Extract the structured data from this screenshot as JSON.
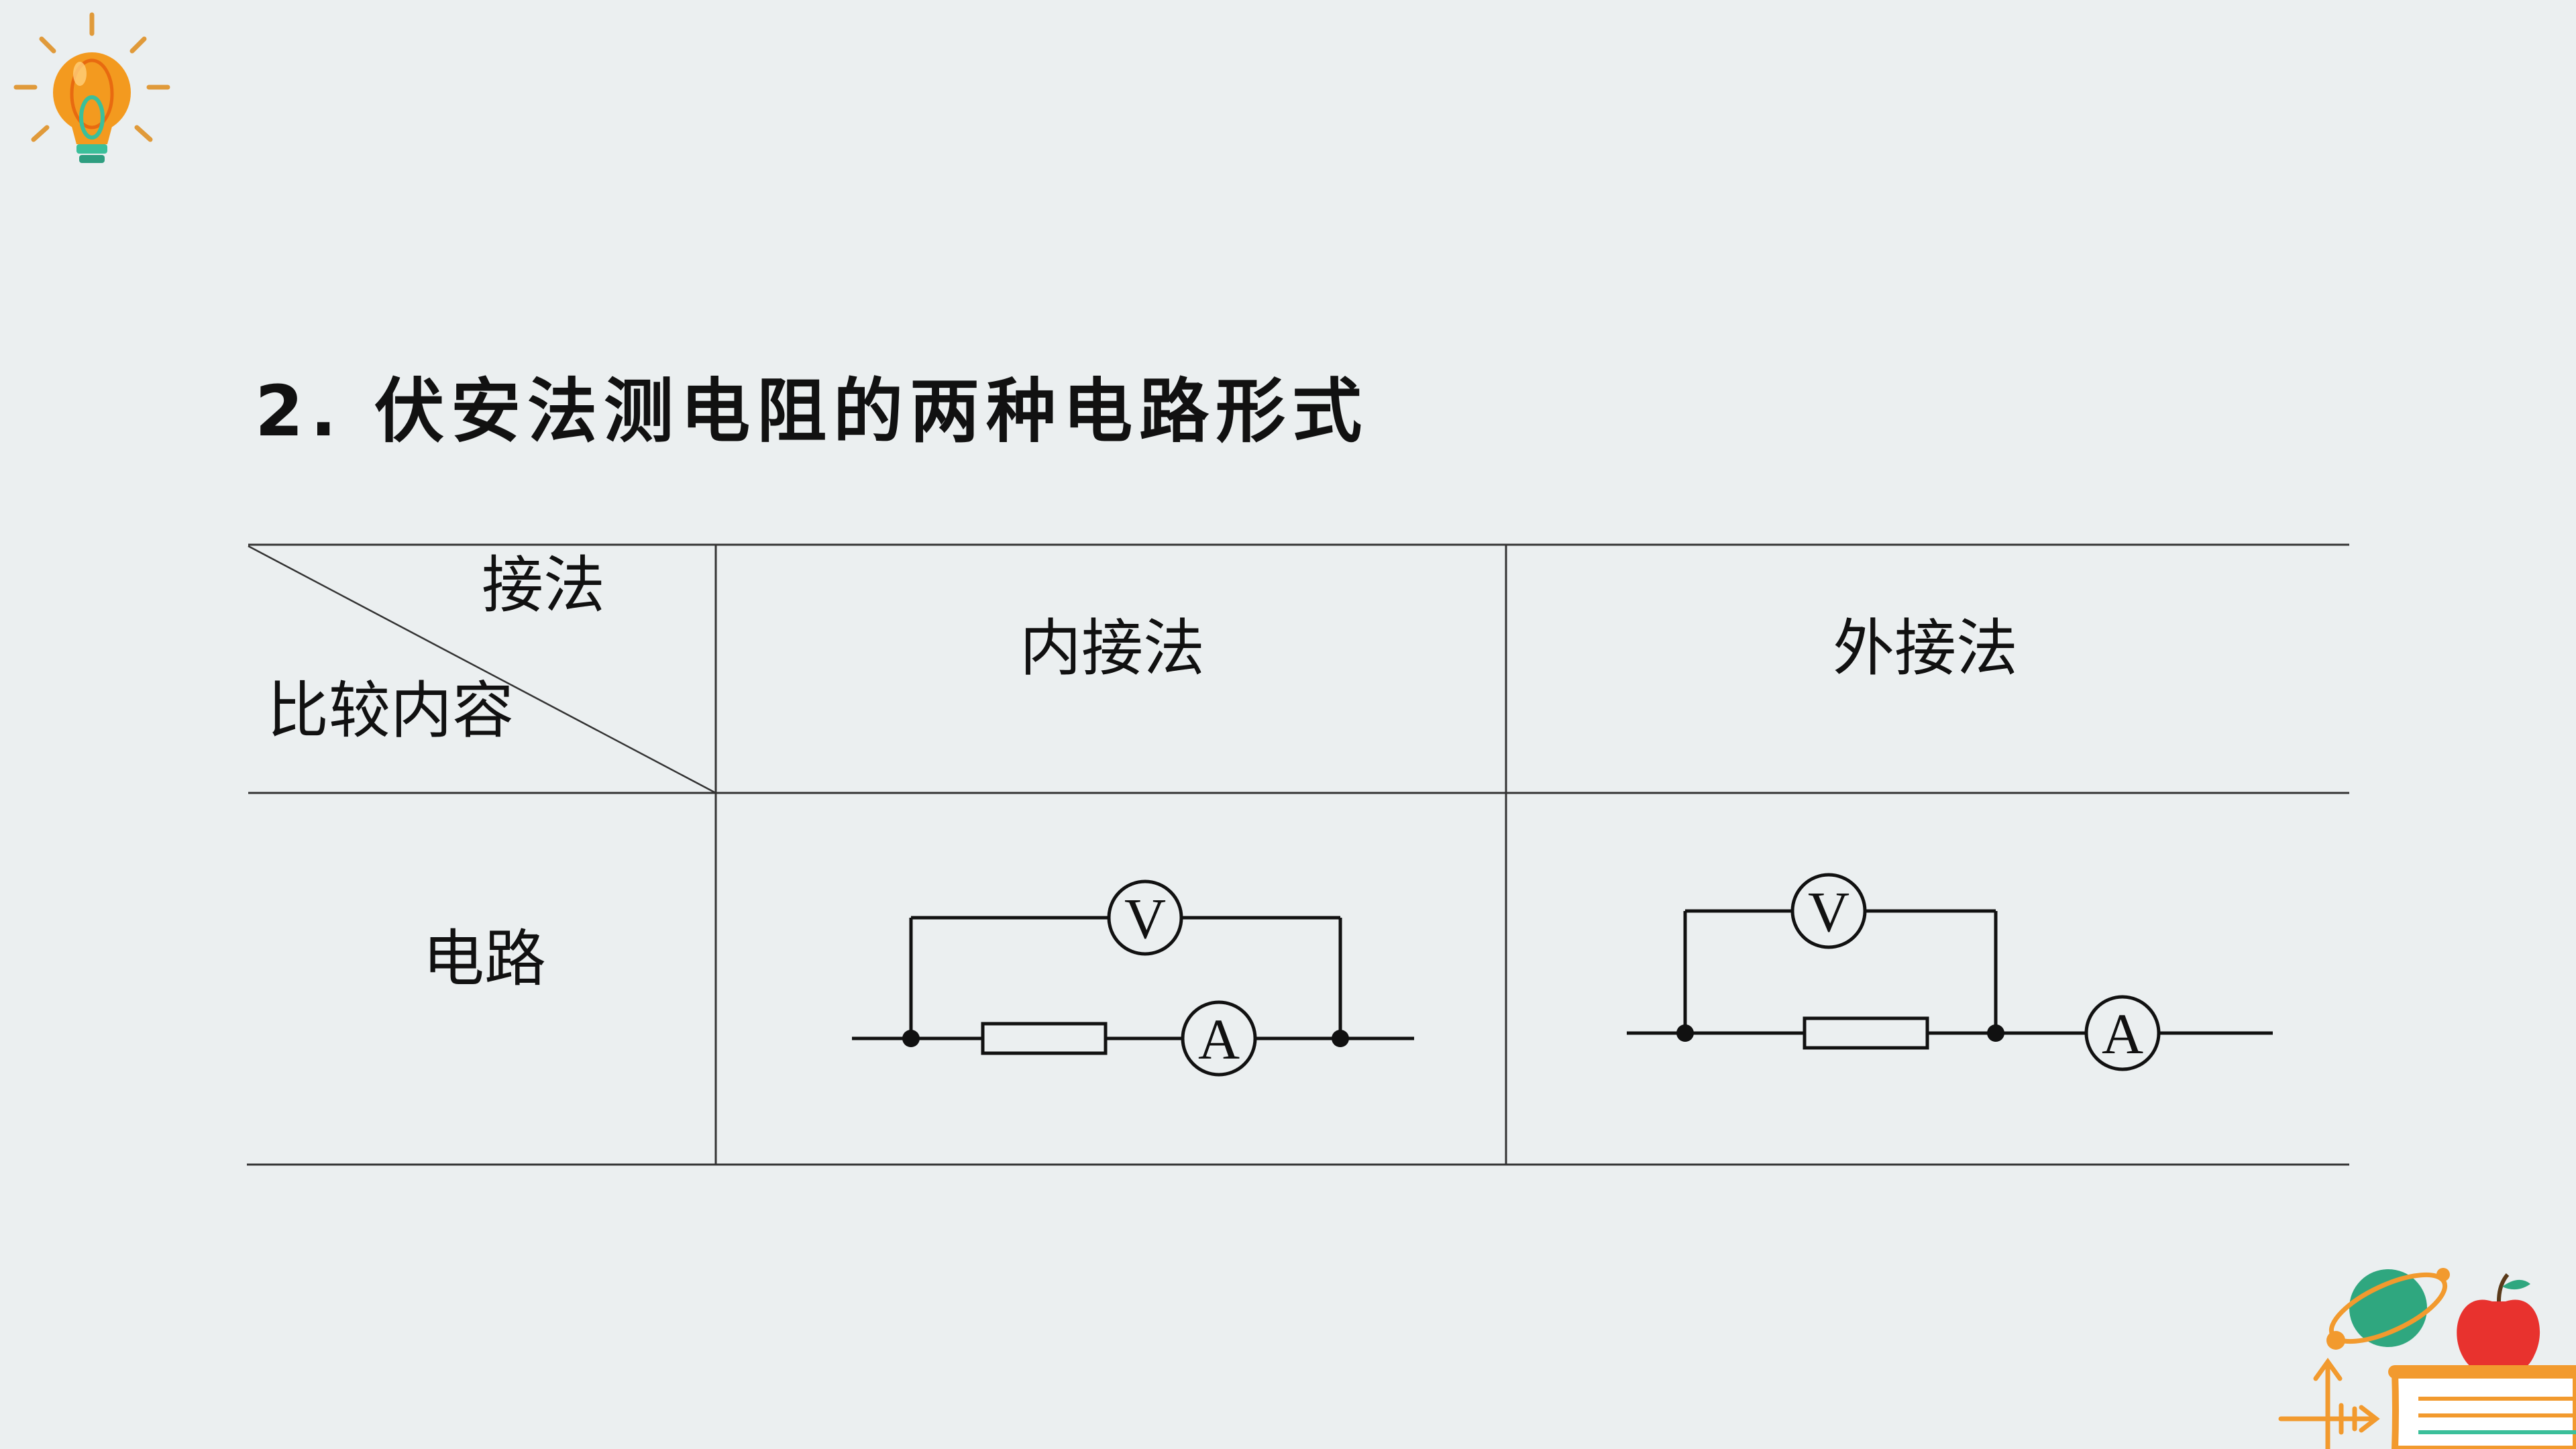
{
  "slide": {
    "title": "2. 伏安法测电阻的两种电路形式"
  },
  "table": {
    "corner_top": "接法",
    "corner_bottom": "比较内容",
    "col_internal": "内接法",
    "col_external": "外接法",
    "row_circuit": "电路"
  },
  "circuits": {
    "internal": {
      "voltmeter_label": "V",
      "ammeter_label": "A"
    },
    "external": {
      "voltmeter_label": "V",
      "ammeter_label": "A"
    }
  },
  "icons": {
    "top_left": "lightbulb-icon",
    "bottom_right": "school-supplies-icon"
  },
  "colors": {
    "background": "#ebeff0",
    "bulb_orange": "#f39a1f",
    "bulb_base_green": "#3bbf9a",
    "globe_green": "#2fa77f",
    "apple_red": "#e8322e",
    "book_orange": "#f29a2e"
  }
}
